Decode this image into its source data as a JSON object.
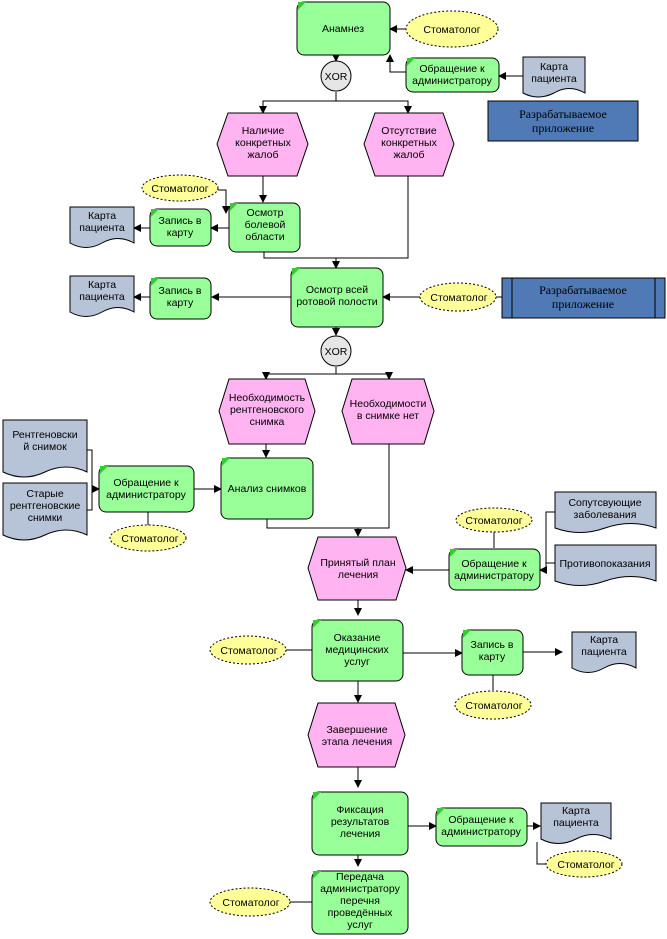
{
  "functions": {
    "anamnez": "Анамнез",
    "obrashchenie_1": "Обращение к администратору",
    "osmotr_bolevoy": "Осмотр болевой области",
    "zapis_1": "Запись в карту",
    "osmotr_vsey": "Осмотр всей ротовой полости",
    "zapis_2": "Запись в карту",
    "obrashchenie_2": "Обращение к администратору",
    "analiz": "Анализ снимков",
    "obrashchenie_3": "Обращение к администратору",
    "okazanie": "Оказание медицинских услуг",
    "zapis_3": "Запись в карту",
    "fiksatsiya": "Фиксация результатов лечения",
    "obrashchenie_4": "Обращение к администратору",
    "peredacha": "Передача администратору перечня проведённых услуг"
  },
  "events": {
    "nalichie": "Наличие конкретных жалоб",
    "otsutstvie": "Отсутствие конкретных жалоб",
    "neobkhodimost": "Необходимость рентгеновского снимка",
    "net_neobkhodimosti": "Необходимости в снимке нет",
    "prinyatyy_plan": "Принятый план лечения",
    "zavershenie": "Завершение этапа лечения"
  },
  "roles": {
    "r1": "Стоматолог",
    "r2": "Стоматолог",
    "r3": "Стоматолог",
    "r4": "Стоматолог",
    "r5": "Стоматолог",
    "r6": "Стоматолог",
    "r7": "Стоматолог",
    "r8": "Стоматолог",
    "r9": "Стоматолог"
  },
  "documents": {
    "karta_1": "Карта пациента",
    "karta_2": "Карта пациента",
    "karta_3": "Карта пациента",
    "rentgen": "Рентгеновский снимок",
    "starye": "Старые рентгеновские снимки",
    "soputstvuyushchie": "Сопутсвующие заболевания",
    "protivopokazaniya": "Противопоказания",
    "karta_4": "Карта пациента",
    "karta_5": "Карта пациента"
  },
  "apps": {
    "app_1": "Разрабатываемое приложение",
    "app_2": "Разрабатываемое приложение"
  },
  "operators": {
    "xor_1": "XOR",
    "xor_2": "XOR"
  },
  "colors": {
    "function_fill": "#99FF99",
    "function_corner": "#33CC33",
    "event_fill": "#FFB3F0",
    "role_fill": "#FFFF99",
    "document_fill": "#B7C3D6",
    "app_fill": "#4F7AB5",
    "operator_fill": "#E6E6E6"
  }
}
